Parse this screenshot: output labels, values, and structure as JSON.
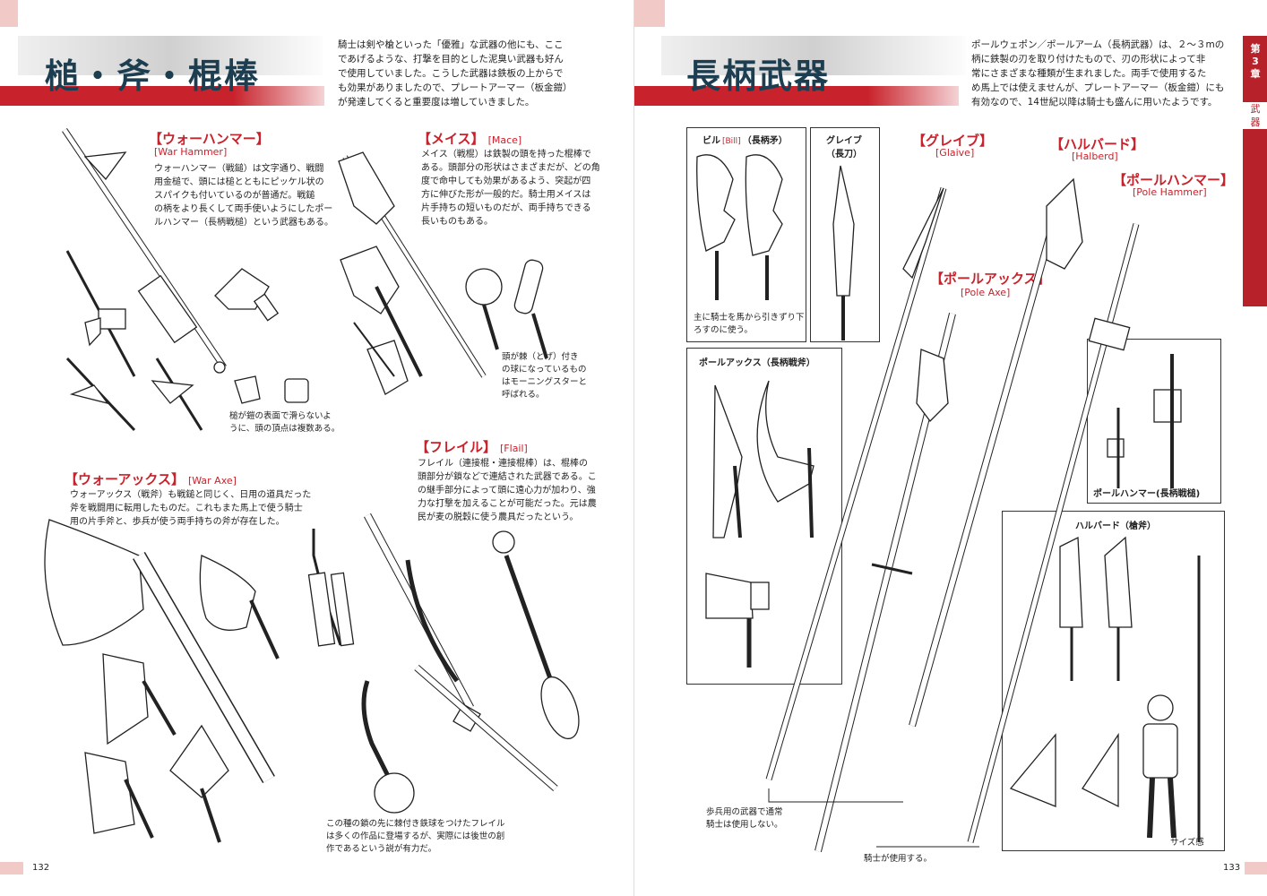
{
  "left": {
    "title": "槌・斧・棍棒",
    "intro": "騎士は剣や槍といった「優雅」な武器の他にも、ここ\nであげるような、打撃を目的とした泥臭い武器も好ん\nで使用していました。こうした武器は鉄板の上からで\nも効果がありましたので、プレートアーマー（板金鎧）\nが発達してくると重要度は増していきました。",
    "warhammer": {
      "title": "【ウォーハンマー】",
      "en": "[War Hammer]",
      "body": "ウォーハンマー（戦鎚）は文字通り、戦闘\n用金槌で、頭には槌とともにピッケル状の\nスパイクも付いているのが普通だ。戦鎚\nの柄をより長くして両手使いようにしたポー\nルハンマー（長柄戦槌）という武器もある。",
      "caption": "槌が鎧の表面で滑らないよ\nうに、頭の頂点は複数ある。"
    },
    "mace": {
      "title": "【メイス】",
      "en": "[Mace]",
      "body": "メイス（戦棍）は鉄製の頭を持った棍棒で\nある。頭部分の形状はさまざまだが、どの角\n度で命中しても効果があるよう、突起が四\n方に伸びた形が一般的だ。騎士用メイスは\n片手持ちの短いものだが、両手持ちできる\n長いものもある。",
      "caption": "頭が棘（とげ）付き\nの球になっているもの\nはモーニングスターと\n呼ばれる。"
    },
    "waraxe": {
      "title": "【ウォーアックス】",
      "en": "[War Axe]",
      "body": "ウォーアックス（戦斧）も戦鎚と同じく、日用の道具だった\n斧を戦闘用に転用したものだ。これもまた馬上で使う騎士\n用の片手斧と、歩兵が使う両手持ちの斧が存在した。"
    },
    "flail": {
      "title": "【フレイル】",
      "en": "[Flail]",
      "body": "フレイル（連接棍・連接棍棒）は、棍棒の\n頭部分が鎖などで連結された武器である。こ\nの継手部分によって頭に遠心力が加わり、強\n力な打撃を加えることが可能だった。元は農\n民が麦の脱穀に使う農具だったという。",
      "caption": "この種の鎖の先に棘付き鉄球をつけたフレイル\nは多くの作品に登場するが、実際には後世の創\n作であるという説が有力だ。"
    },
    "page_number": "132"
  },
  "right": {
    "title": "長柄武器",
    "intro": "ポールウェポン／ポールアーム（長柄武器）は、２〜３mの\n柄に鉄製の刃を取り付けたもので、刃の形状によって非\n常にさまざまな種類が生まれました。両手で使用するた\nめ馬上では使えませんが、プレートアーマー（板金鎧）にも\n有効なので、14世紀以降は騎士も盛んに用いたようです。",
    "chapter_tab": "第\n3\n章",
    "chapter_sub": "武\n器",
    "bill_label": "ビル",
    "bill_en": "[Bill]",
    "bill_jp": "（長柄矛）",
    "bill_caption": "主に騎士を馬から引きずり下\nろすのに使う。",
    "glaive_box_label": "グレイブ\n（長刀）",
    "glaive": {
      "title": "【グレイブ】",
      "en": "[Glaive]"
    },
    "halberd": {
      "title": "【ハルバード】",
      "en": "[Halberd]"
    },
    "polehammer": {
      "title": "【ポールハンマー】",
      "en": "[Pole Hammer]"
    },
    "poleaxe": {
      "title": "【ポールアックス】",
      "en": "[Pole Axe]"
    },
    "poleaxe_box_label": "ポールアックス（長柄戦斧）",
    "polehammer_box_label": "ポールハンマー(長柄戦槌)",
    "halberd_box_label": "ハルバード（槍斧）",
    "size_caption": "サイズ感",
    "infantry_caption": "歩兵用の武器で通常\n騎士は使用しない。",
    "knight_caption": "騎士が使用する。",
    "page_number": "133"
  }
}
